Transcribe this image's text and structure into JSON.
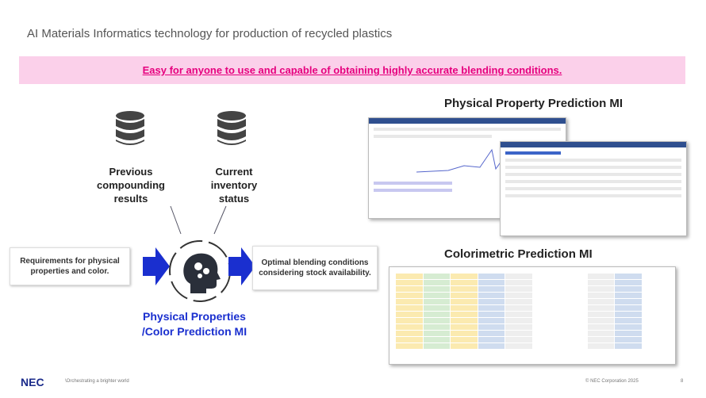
{
  "title": "AI Materials Informatics technology for production of recycled plastics",
  "banner": "Easy for anyone to use and capable of obtaining highly accurate blending conditions.",
  "inputs": {
    "previous": "Previous compounding results",
    "current": "Current inventory status"
  },
  "requirements": "Requirements for physical properties and color.",
  "output": "Optimal blending conditions considering stock availability.",
  "mi_label_1": "Physical Properties",
  "mi_label_2": "/Color Prediction MI",
  "section_physical": "Physical Property Prediction MI",
  "section_color": "Colorimetric Prediction MI",
  "footer": {
    "logo": "NEC",
    "tagline": "\\Orchestrating a brighter world",
    "copyright": "© NEC Corporation 2025",
    "page": "8"
  },
  "colors": {
    "banner_bg": "#fbd0ea",
    "banner_text": "#e6007e",
    "accent_blue": "#1a2fcf"
  }
}
